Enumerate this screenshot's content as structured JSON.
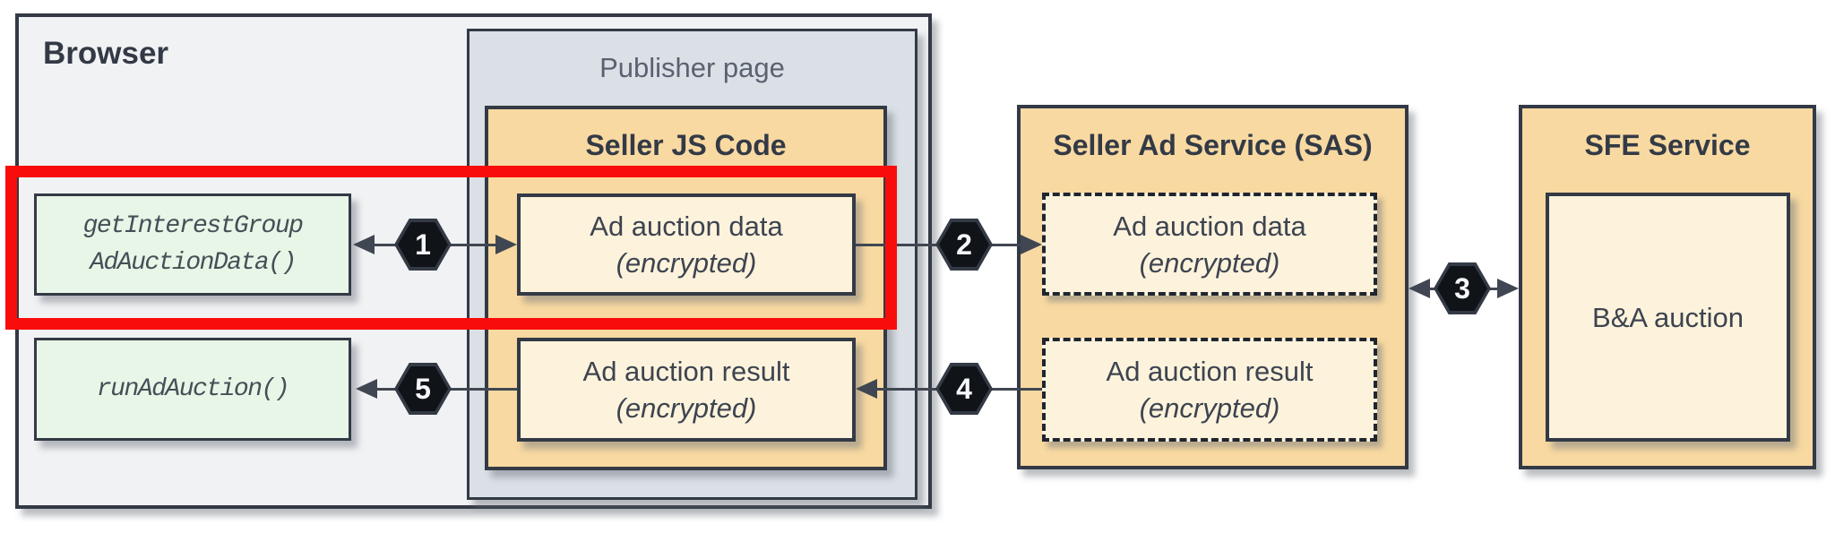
{
  "browser": {
    "title": "Browser"
  },
  "publisher": {
    "title": "Publisher page"
  },
  "seller_js": {
    "title": "Seller JS Code",
    "data_box": {
      "title": "Ad auction data",
      "subtitle": "(encrypted)"
    },
    "result_box": {
      "title": "Ad auction result",
      "subtitle": "(encrypted)"
    }
  },
  "browser_api": {
    "get_interest_group_box": {
      "line1": "getInterestGroup",
      "line2": "AdAuctionData()"
    },
    "run_ad_auction_box": {
      "line1": "runAdAuction()"
    }
  },
  "sas": {
    "title": "Seller Ad Service (SAS)",
    "data_box": {
      "title": "Ad auction data",
      "subtitle": "(encrypted)"
    },
    "result_box": {
      "title": "Ad auction result",
      "subtitle": "(encrypted)"
    }
  },
  "sfe": {
    "title": "SFE Service",
    "auction_box": {
      "title": "B&A auction"
    }
  },
  "steps": [
    {
      "num": "1"
    },
    {
      "num": "2"
    },
    {
      "num": "3"
    },
    {
      "num": "4"
    },
    {
      "num": "5"
    }
  ],
  "colors": {
    "browser_fill": "#f1f2f4",
    "publisher_fill": "#dbe0e7",
    "service_fill": "#f8d9a1",
    "inner_box_fill": "#fdf3dc",
    "api_box_fill": "#e7f6e7",
    "border_dark": "#333a45",
    "arrow": "#404752",
    "step_badge_fill": "#101318",
    "step_badge_text": "#f5f6f8",
    "highlight_red": "#f90d0a",
    "muted_label": "#5a6270"
  }
}
